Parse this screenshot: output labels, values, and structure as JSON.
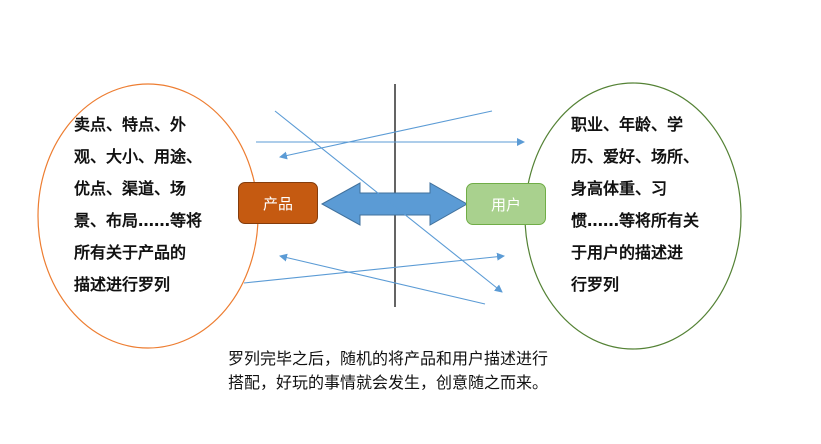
{
  "left_ellipse": {
    "lines": [
      "卖点、特点、外",
      "观、大小、用途、",
      "优点、渠道、场",
      "景、布局……等将",
      "所有关于产品的",
      "描述进行罗列"
    ]
  },
  "right_ellipse": {
    "lines": [
      "职业、年龄、学",
      "历、爱好、场所、",
      "身高体重、习",
      "惯……等将所有关",
      "于用户的描述进",
      "行罗列"
    ]
  },
  "product_box": {
    "label": "产品"
  },
  "user_box": {
    "label": "用户"
  },
  "caption": {
    "lines": [
      "罗列完毕之后，随机的将产品和用户描述进行",
      "搭配，好玩的事情就会发生，创意随之而来。"
    ]
  },
  "colors": {
    "left_ellipse_stroke": "#ed7d31",
    "right_ellipse_stroke": "#548235",
    "product_fill": "#c55a11",
    "user_fill": "#a9d18e",
    "double_arrow_fill": "#5b9bd5",
    "connector_lines": "#5b9bd5"
  }
}
